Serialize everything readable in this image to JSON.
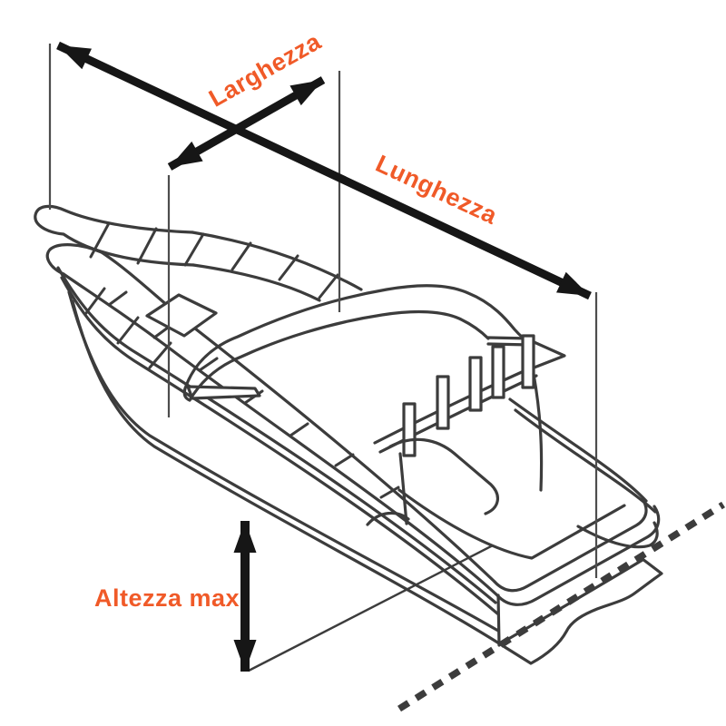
{
  "diagram": {
    "type": "boat-cover-dimensions",
    "labels": {
      "length": "Lunghezza",
      "width": "Larghezza",
      "max_height": "Altezza max"
    },
    "colors": {
      "label_text": "#f05a28",
      "dimension_arrows": "#161616",
      "boat_lines": "#3c3c3c",
      "extension_lines": "#4d4d4d",
      "background": "#ffffff"
    }
  }
}
